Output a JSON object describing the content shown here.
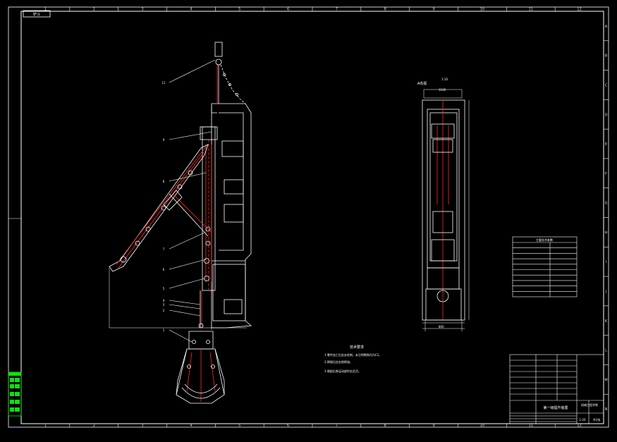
{
  "title_tag": "铲斗",
  "grid": {
    "cols": [
      "1",
      "2",
      "3",
      "4",
      "5",
      "6",
      "7",
      "8",
      "9",
      "10",
      "11",
      "12"
    ],
    "rows": [
      "A",
      "B",
      "C",
      "D",
      "E",
      "F",
      "G",
      "H",
      "I",
      "J",
      "K",
      "L",
      "M",
      "N"
    ]
  },
  "callouts": [
    "11",
    "9",
    "8",
    "7",
    "6",
    "5",
    "4",
    "3",
    "2",
    "1"
  ],
  "side_view": {
    "label": "A向视",
    "label2": "1:10",
    "dim_top": "1100",
    "dim_bottom": "800"
  },
  "notes": {
    "title": "技术要求",
    "items": [
      "1.零件加工后应去毛刺，未注明倒角均为C1。",
      "2.焊接后应去除焊渣。",
      "3.装配后各运动部件应灵活。"
    ]
  },
  "param_table": {
    "title": "主要技术参数",
    "rows": 10
  },
  "title_block": {
    "name": "第一级提升装置",
    "school": "机械工程学院",
    "scale": "1:20",
    "sheet": "共1张"
  },
  "colors": {
    "line": "#ffffff",
    "red": "#ff2a2a",
    "green": "#10e010",
    "bg": "#000000"
  }
}
